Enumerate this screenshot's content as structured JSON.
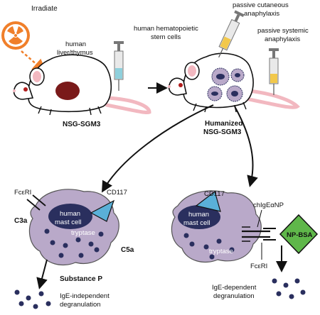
{
  "labels": {
    "irradiate": "Irradiate",
    "liver_thymus_1": "human",
    "liver_thymus_2": "liver/thymus",
    "stem_1": "human hematopoietic",
    "stem_2": "stem cells",
    "pca_1": "passive cutaneous",
    "pca_2": "anaphylaxis",
    "psa_1": "passive systemic",
    "psa_2": "anaphylaxis",
    "nsg": "NSG-SGM3",
    "humanized_1": "Humanized",
    "humanized_2": "NSG-SGM3",
    "fceri_left": "FcεRI",
    "cd117_left": "CD117",
    "c3a": "C3a",
    "c5a": "C5a",
    "mast_1": "human",
    "mast_2": "mast cell",
    "tryptase_left": "tryptase",
    "substance_p": "Substance P",
    "ige_ind_1": "IgE-independent",
    "ige_ind_2": "degranulation",
    "cd117_right": "CD117",
    "chige": "chIgEαNP",
    "mast_r1": "human",
    "mast_r2": "mast cell",
    "tryptase_right": "tryptase",
    "np_bsa": "NP-BSA",
    "fceri_right": "FcεRI",
    "ige_dep_1": "IgE-dependent",
    "ige_dep_2": "degranulation"
  },
  "colors": {
    "cell_body": "#b9a9c9",
    "nucleus": "#2a2f5e",
    "granule": "#2a2f5e",
    "cd117": "#5ab0d8",
    "np_bsa": "#5fb74a",
    "radiation": "#f07f2a",
    "liver": "#7a1a1a",
    "tail": "#f2b8c0"
  }
}
